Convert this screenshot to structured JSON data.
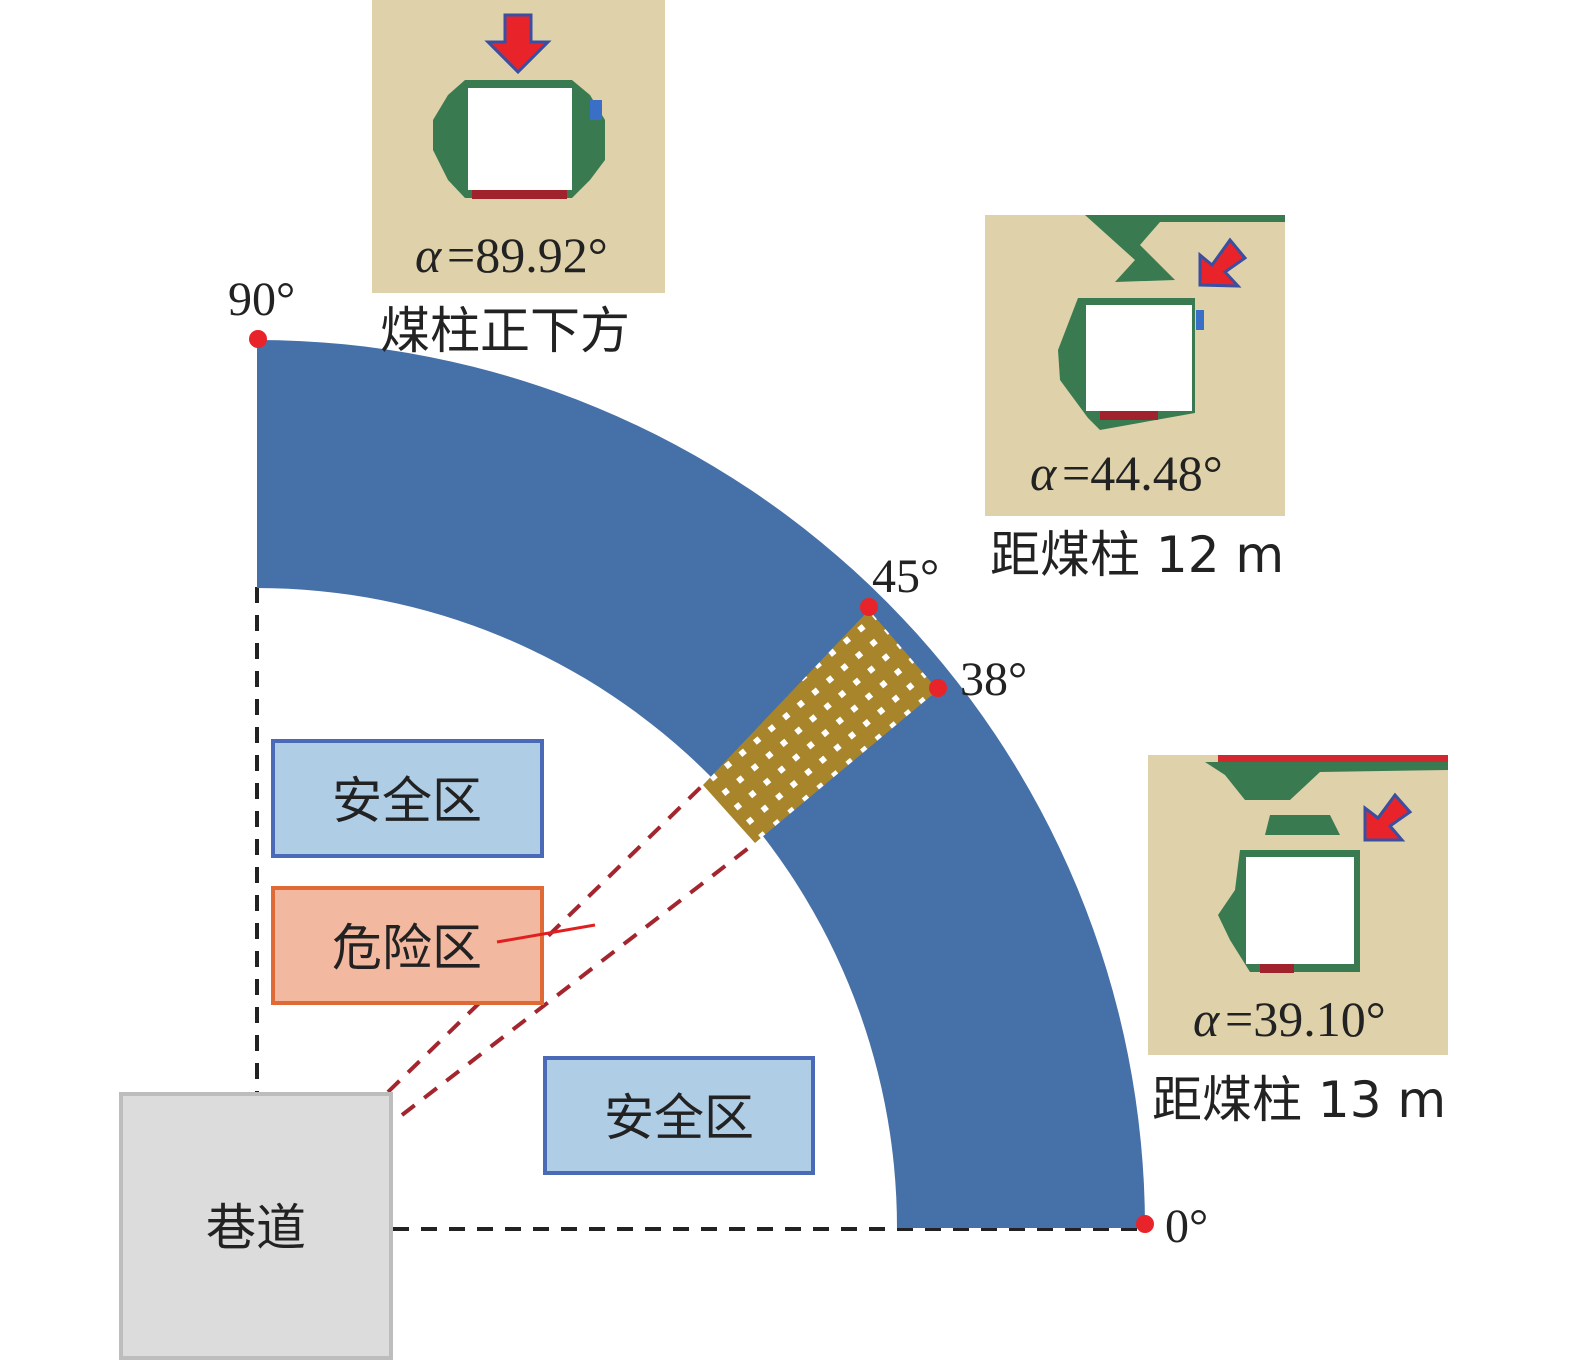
{
  "angles": {
    "a90": "90°",
    "a45": "45°",
    "a38": "38°",
    "a0": "0°"
  },
  "zones": {
    "safe_upper": "安全区",
    "danger": "危险区",
    "safe_lower": "安全区"
  },
  "tunnel": "巷道",
  "insets": [
    {
      "alpha_symbol": "α",
      "alpha_value": "=89.92°",
      "caption": "煤柱正下方"
    },
    {
      "alpha_symbol": "α",
      "alpha_value": "=44.48°",
      "caption": "距煤柱 12 m"
    },
    {
      "alpha_symbol": "α",
      "alpha_value": "=39.10°",
      "caption": "距煤柱 13 m"
    }
  ],
  "colors": {
    "arc": "#4670a8",
    "danger_band": "#a8842a",
    "safe_box": "#b0cde6",
    "danger_box": "#f2b8a0",
    "inset_bg": "#dfd2ab",
    "plastic": "#3a7a50"
  }
}
